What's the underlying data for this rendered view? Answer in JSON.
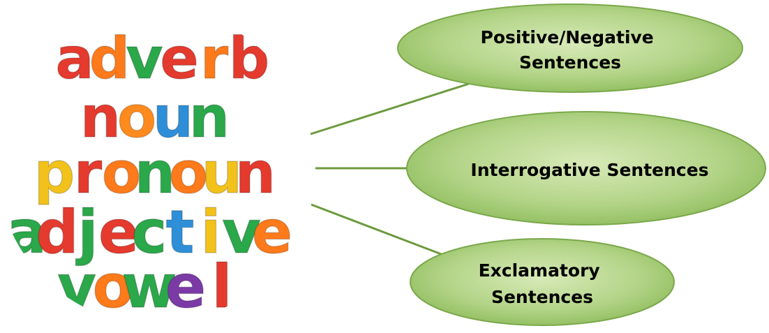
{
  "image_circle": {
    "words": [
      {
        "text": "adverb",
        "colors": [
          "#e53a2e",
          "#ff7a1a",
          "#2aa84a",
          "#e53a2e",
          "#ff7a1a",
          "#e53a2e"
        ]
      },
      {
        "text": "noun",
        "colors": [
          "#e53a2e",
          "#ff8a1e",
          "#2e8fd8",
          "#2aa84a"
        ]
      },
      {
        "text": "pronoun",
        "colors": [
          "#f2c21b",
          "#e53a2e",
          "#ff7a1a",
          "#2aa84a",
          "#ff7a1a",
          "#f2c21b",
          "#e53a2e"
        ]
      },
      {
        "text": "adjective",
        "colors": [
          "#2aa84a",
          "#e53a2e",
          "#2aa84a",
          "#e53a2e",
          "#2aa84a",
          "#2e8fd8",
          "#f2c21b",
          "#2aa84a",
          "#ff7a1a"
        ]
      },
      {
        "text": "vowel",
        "colors": [
          "#2aa84a",
          "#ff7a1a",
          "#2aa84a",
          "#7b3aa6",
          "#e53a2e"
        ]
      }
    ]
  },
  "nodes": [
    {
      "lines": [
        "Positive/Negative",
        "Sentences"
      ]
    },
    {
      "lines": [
        "Interrogative Sentences"
      ]
    },
    {
      "lines": [
        "Exclamatory",
        "Sentences"
      ]
    }
  ],
  "colors": {
    "ellipse_fill_light": "#c9e0a4",
    "ellipse_fill_dark": "#8dbb5b",
    "ellipse_stroke": "#7aa84a",
    "connector": "#6c9a3e"
  }
}
